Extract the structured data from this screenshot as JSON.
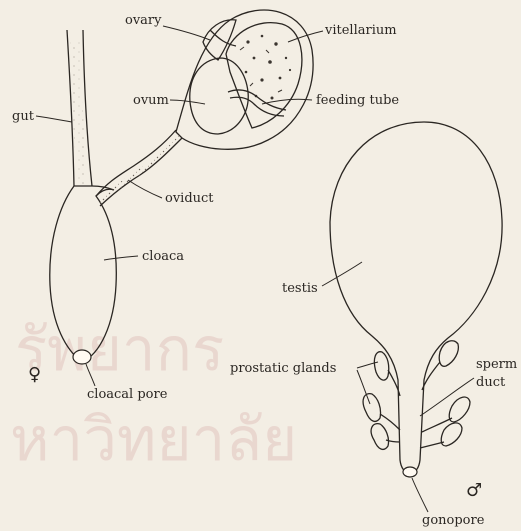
{
  "watermark": {
    "line1": "รัพยากร",
    "line2": "หาวิทยาลัย",
    "color": "#c9878a"
  },
  "female": {
    "symbol": "♀",
    "labels": {
      "ovary": "ovary",
      "vitellarium": "vitellarium",
      "gut": "gut",
      "ovum": "ovum",
      "feeding_tube": "feeding tube",
      "oviduct": "oviduct",
      "cloaca": "cloaca",
      "cloacal_pore": "cloacal pore"
    }
  },
  "male": {
    "symbol": "♂",
    "labels": {
      "testis": "testis",
      "prostatic_glands": "prostatic glands",
      "sperm": "sperm",
      "duct": "duct",
      "gonopore": "gonopore"
    }
  }
}
